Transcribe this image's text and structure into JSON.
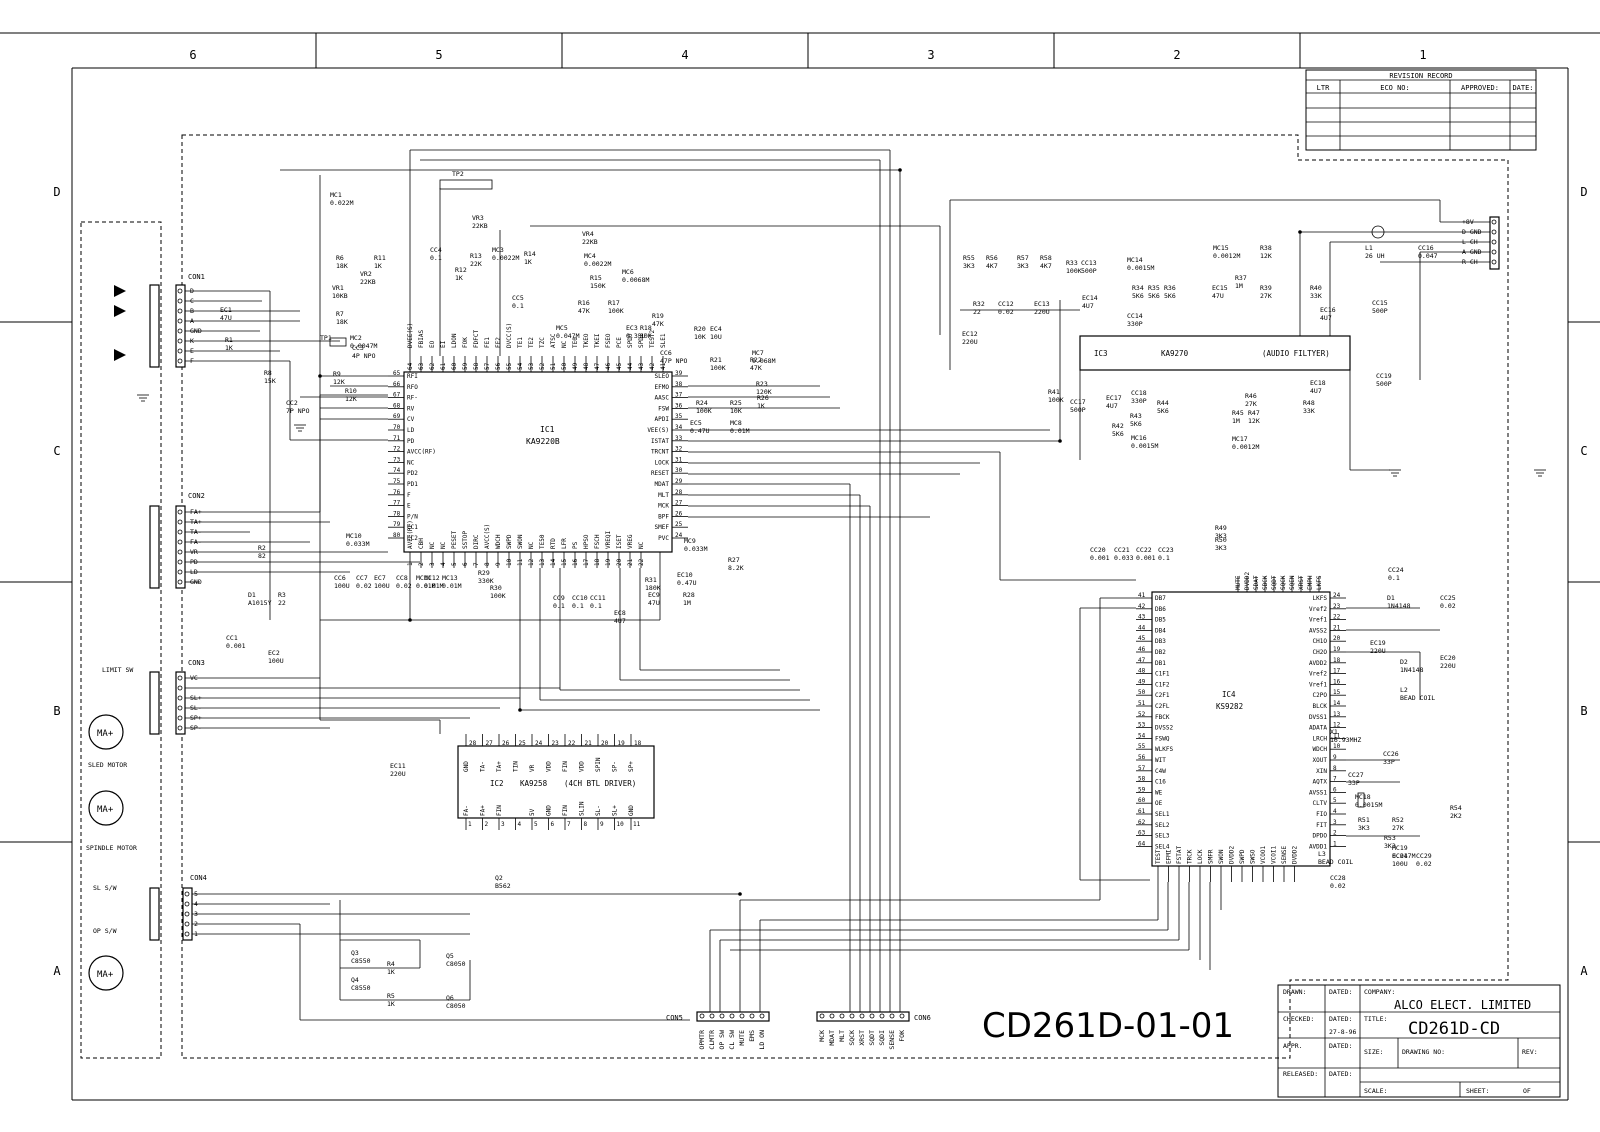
{
  "border": {
    "columns": [
      "6",
      "5",
      "4",
      "3",
      "2",
      "1"
    ],
    "rows": [
      "D",
      "C",
      "B",
      "A"
    ]
  },
  "revision": {
    "title": "REVISION RECORD",
    "headers": [
      "LTR",
      "ECO NO:",
      "APPROVED:",
      "DATE:"
    ]
  },
  "titleblock": {
    "drawn": "DRAWN:",
    "dated": "DATED:",
    "company_label": "COMPANY:",
    "company": "ALCO ELECT. LIMITED",
    "checked": "CHECKED:",
    "date_value": "27-8-96",
    "title_label": "TITLE:",
    "title": "CD261D-CD",
    "appr": "APPR.",
    "size": "SIZE:",
    "drawing_no": "DRAWING NO:",
    "rev": "REV:",
    "released": "RELEASED:",
    "scale": "SCALE:",
    "sheet": "SHEET:",
    "of": "OF"
  },
  "drawing_number": "CD261D-01-01",
  "ics": {
    "ic1": {
      "ref": "IC1",
      "part": "KA9220B",
      "left_pins": [
        [
          "65",
          "RFI"
        ],
        [
          "66",
          "RFO"
        ],
        [
          "67",
          "RF-"
        ],
        [
          "68",
          "RV"
        ],
        [
          "69",
          "CV"
        ],
        [
          "70",
          "LD"
        ],
        [
          "71",
          "PD"
        ],
        [
          "72",
          "AVCC(RF)"
        ],
        [
          "73",
          "NC"
        ],
        [
          "74",
          "PD2"
        ],
        [
          "75",
          "PD1"
        ],
        [
          "76",
          "F"
        ],
        [
          "77",
          "E"
        ],
        [
          "78",
          "P/N"
        ],
        [
          "79",
          "CC1"
        ],
        [
          "80",
          "CC2"
        ]
      ],
      "right_pins": [
        [
          "39",
          "SLEO"
        ],
        [
          "38",
          "EFMO"
        ],
        [
          "37",
          "AASC"
        ],
        [
          "36",
          "FSW"
        ],
        [
          "35",
          "APDI"
        ],
        [
          "34",
          "VEE(S)"
        ],
        [
          "33",
          "ISTAT"
        ],
        [
          "32",
          "TRCNT"
        ],
        [
          "31",
          "LOCK"
        ],
        [
          "30",
          "RESET"
        ],
        [
          "29",
          "MDAT"
        ],
        [
          "28",
          "MLT"
        ],
        [
          "27",
          "MCK"
        ],
        [
          "26",
          "BPF"
        ],
        [
          "25",
          "SMEF"
        ],
        [
          "24",
          "PVC"
        ]
      ],
      "top_pins": [
        [
          "64",
          "DVEE(S)"
        ],
        [
          "63",
          "FBIAS"
        ],
        [
          "62",
          "EO"
        ],
        [
          "61",
          "EI"
        ],
        [
          "60",
          "LDON"
        ],
        [
          "59",
          "FOK"
        ],
        [
          "58",
          "FDFCT"
        ],
        [
          "57",
          "FE1"
        ],
        [
          "56",
          "FE2"
        ],
        [
          "55",
          "DVCC(S)"
        ],
        [
          "54",
          "TE1"
        ],
        [
          "53",
          "TE2"
        ],
        [
          "52",
          "TZC"
        ],
        [
          "51",
          "ATSC"
        ],
        [
          "50",
          "NC"
        ],
        [
          "49",
          "TE0"
        ],
        [
          "48",
          "TKEO"
        ],
        [
          "47",
          "TKEI"
        ],
        [
          "46",
          "FSEO"
        ],
        [
          "45",
          "PCE"
        ],
        [
          "44",
          "SPDO"
        ],
        [
          "43",
          "SPDI"
        ],
        [
          "42",
          "TEST2"
        ],
        [
          "41",
          "SLE1"
        ]
      ],
      "bottom_pins": [
        [
          "1",
          "AVEE(RF)"
        ],
        [
          "2",
          "CBH"
        ],
        [
          "3",
          "NC"
        ],
        [
          "4",
          "NC"
        ],
        [
          "5",
          "PESET"
        ],
        [
          "6",
          "SSTOP"
        ],
        [
          "7",
          "DIRC"
        ],
        [
          "8",
          "AVCC(S)"
        ],
        [
          "9",
          "WDCH"
        ],
        [
          "10",
          "SWPD"
        ],
        [
          "11",
          "SWON"
        ],
        [
          "12",
          "NC"
        ],
        [
          "13",
          "TE50"
        ],
        [
          "14",
          "RTD"
        ],
        [
          "15",
          "LFR"
        ],
        [
          "16",
          "PS"
        ],
        [
          "17",
          "HPSO"
        ],
        [
          "18",
          "FSCH"
        ],
        [
          "19",
          "VREQI"
        ],
        [
          "20",
          "ISET"
        ],
        [
          "21",
          "VREG"
        ],
        [
          "22",
          "NC"
        ]
      ]
    },
    "ic2": {
      "ref": "IC2",
      "part": "KA9258",
      "desc": "(4CH BTL DRIVER)",
      "top_pins": [
        [
          "28",
          "GND"
        ],
        [
          "27",
          "TA-"
        ],
        [
          "26",
          "TA+"
        ],
        [
          "25",
          "TIN"
        ],
        [
          "24",
          "VR"
        ],
        [
          "23",
          "VDD"
        ],
        [
          "22",
          "FIN"
        ],
        [
          "21",
          "VDD"
        ],
        [
          "20",
          "SPIN"
        ],
        [
          "19",
          "SP-"
        ],
        [
          "18",
          "SP+"
        ]
      ],
      "bottom_pins": [
        [
          "1",
          "FA-"
        ],
        [
          "2",
          "FA+"
        ],
        [
          "3",
          "FIN"
        ],
        [
          "4",
          ""
        ],
        [
          "5",
          "5V"
        ],
        [
          "6",
          "GND"
        ],
        [
          "7",
          "FIN"
        ],
        [
          "8",
          "SLIN"
        ],
        [
          "9",
          "SL-"
        ],
        [
          "10",
          "SL+"
        ],
        [
          "11",
          "GND"
        ]
      ]
    },
    "ic3": {
      "ref": "IC3",
      "part": "KA9270",
      "desc": "(AUDIO FILTYER)"
    },
    "ic4": {
      "ref": "IC4",
      "part": "KS9282",
      "left_pins": [
        [
          "41",
          "DB7"
        ],
        [
          "42",
          "DB6"
        ],
        [
          "43",
          "DB5"
        ],
        [
          "44",
          "DB4"
        ],
        [
          "45",
          "DB3"
        ],
        [
          "46",
          "DB2"
        ],
        [
          "47",
          "DB1"
        ],
        [
          "48",
          "C1F1"
        ],
        [
          "49",
          "C1F2"
        ],
        [
          "50",
          "C2F1"
        ],
        [
          "51",
          "C2FL"
        ],
        [
          "52",
          "FBCK"
        ],
        [
          "53",
          "DVSS2"
        ],
        [
          "54",
          "FSWQ"
        ],
        [
          "55",
          "WLKFS"
        ],
        [
          "56",
          "WIT"
        ],
        [
          "57",
          "C4W"
        ],
        [
          "58",
          "C16"
        ],
        [
          "59",
          "WE"
        ],
        [
          "60",
          "OE"
        ],
        [
          "61",
          "SEL1"
        ],
        [
          "62",
          "SEL2"
        ],
        [
          "63",
          "SEL3"
        ],
        [
          "64",
          "SEL4"
        ]
      ],
      "right_pins": [
        [
          "24",
          "LKFS"
        ],
        [
          "23",
          "Vref2"
        ],
        [
          "22",
          "Vref1"
        ],
        [
          "21",
          "AVSS2"
        ],
        [
          "20",
          "CH1O"
        ],
        [
          "19",
          "CH2O"
        ],
        [
          "18",
          "AVDD2"
        ],
        [
          "17",
          "Vref2"
        ],
        [
          "16",
          "Vref1"
        ],
        [
          "15",
          "C2PO"
        ],
        [
          "14",
          "BLCK"
        ],
        [
          "13",
          "DVSS1"
        ],
        [
          "12",
          "ADATA"
        ],
        [
          "11",
          "LRCH"
        ],
        [
          "10",
          "WDCH"
        ],
        [
          "9",
          "XOUT"
        ],
        [
          "8",
          "XIN"
        ],
        [
          "7",
          "AQTX"
        ],
        [
          "6",
          "AVSS1"
        ],
        [
          "5",
          "CLTV"
        ],
        [
          "4",
          "FIO"
        ],
        [
          "3",
          "FIT"
        ],
        [
          "2",
          "DPDO"
        ],
        [
          "1",
          "AVDD1"
        ]
      ]
    }
  },
  "connectors": {
    "con1": {
      "ref": "CON1",
      "pins": [
        "D",
        "C",
        "B",
        "A",
        "GND",
        "K",
        "E",
        "F"
      ]
    },
    "con2": {
      "ref": "CON2",
      "pins": [
        "FA+",
        "TA+",
        "TA-",
        "FA-",
        "VR",
        "PD",
        "LD",
        "GND"
      ]
    },
    "con3": {
      "ref": "CON3",
      "pins": [
        "VC",
        "",
        "SL+",
        "SL-",
        "SP+",
        "SP-"
      ]
    },
    "con4": {
      "ref": "CON4",
      "pins": [
        "5",
        "4",
        "3",
        "2",
        "1"
      ]
    },
    "con5": {
      "ref": "CON5",
      "pins": [
        "OPMTR",
        "CLMTR",
        "OP SW",
        "CL SW",
        "MUTE",
        "EMS",
        "LD ON"
      ]
    },
    "con6": {
      "ref": "CON6",
      "pins": [
        "MCK",
        "MDAT",
        "MLT",
        "SQCK",
        "XRST",
        "SQDT",
        "SQDI",
        "SENSE",
        "FOK"
      ]
    },
    "power": {
      "pins": [
        "+8V",
        "D GND",
        "L CH",
        "A GND",
        "R CH"
      ]
    }
  },
  "motors": [
    {
      "label": "SLED MOTOR",
      "switch": "LIMIT SW"
    },
    {
      "label": "SPINDLE MOTOR"
    },
    {
      "label": "",
      "switches": [
        "SL S/W",
        "OP S/W"
      ]
    }
  ],
  "components": [
    "MC1 0.022M",
    "R6 18K",
    "R7 18K",
    "R11 1K",
    "VR1 10KB",
    "VR2 22KB",
    "EC1 47U",
    "R1 1K",
    "TP1",
    "MC2 0.0047M",
    "R9 12K",
    "CC3 4P NPO",
    "R10 12K",
    "R8 15K",
    "CC2 7P NPO",
    "R2 82",
    "D1 A1015Y",
    "R3 22",
    "CC1 0.001",
    "EC2 100U",
    "TP2",
    "VR3 22KB",
    "CC4 0.1",
    "R12 1K",
    "R13 22K",
    "MC3 0.0022M",
    "R14 1K",
    "VR4 22KB",
    "MC4 0.0022M",
    "R15 150K",
    "MC6 0.0068M",
    "CC5 0.1",
    "MC5 0.047M",
    "R16 47K",
    "R17 100K",
    "EC3 0.33U",
    "R18 10K",
    "R19 47K",
    "R20 10K",
    "EC4 10U",
    "R21 100K",
    "R22 47K",
    "MC7 0.068M",
    "CC6 47P NPO",
    "R24 100K",
    "R25 10K",
    "R26 1K",
    "R23 120K",
    "EC5 0.47U",
    "MC8 0.01M",
    "MC9 0.033M",
    "R27 8.2K",
    "EC10 0.47U",
    "R28 1M",
    "R31 180K",
    "EC9 47U",
    "EC8 4U7",
    "CC9 0.1",
    "CC10 0.1",
    "CC11 0.1",
    "MC10 0.033M",
    "CC6 100U",
    "CC7 0.02",
    "EC7 100U",
    "CC8 0.02",
    "MC11 0.01M",
    "MC12 0.01M",
    "MC13 0.01M",
    "R29 330K",
    "R30 100K",
    "EC11 220U",
    "Q2 B562",
    "Q3 C8550",
    "R4 1K",
    "Q4 C8550",
    "R5 1K",
    "Q5 C8050",
    "Q6 C8050",
    "R55 3K3",
    "R56 4K7",
    "R57 3K3",
    "R58 4K7",
    "R33 100K",
    "CC13 500P",
    "MC14 0.0015M",
    "R34 5K6",
    "R35 5K6",
    "R36 5K6",
    "MC15 0.0012M",
    "R38 12K",
    "R37 1M",
    "R39 27K",
    "R40 33K",
    "EC15 47U",
    "EC16 4U7",
    "CC15 500P",
    "L1 26 UH",
    "CC16 0.047",
    "R32 22",
    "CC12 0.02",
    "EC13 220U",
    "EC12 220U",
    "EC14 4U7",
    "CC14 330P",
    "R41 100K",
    "CC17 500P",
    "EC17 4U7",
    "CC18 330P",
    "R43 5K6",
    "R42 5K6",
    "MC16 0.0015M",
    "R44 5K6",
    "R46 27K",
    "R45 1M",
    "R47 12K",
    "MC17 0.0012M",
    "R48 33K",
    "EC18 4U7",
    "CC19 500P",
    "R49 3K3",
    "R50 3K3",
    "CC20 0.001",
    "CC21 0.033",
    "CC22 0.001",
    "CC23 0.1",
    "CC24 0.1",
    "D1 1N4148",
    "CC25 0.02",
    "EC19 220U",
    "D2 1N4148",
    "EC20 220U",
    "L2 BEAD COIL",
    "X1 16.93MHZ",
    "CC26 33P",
    "CC27 33P",
    "MC18 0.0015M",
    "R51 3K3",
    "R52 27K",
    "R53 3K3",
    "MC19 0.047M",
    "R54 2K2",
    "L3 BEAD COIL",
    "EC21 100U",
    "CC29 0.02",
    "CC28 0.02"
  ],
  "ic4_bottom_pins": [
    "TEST",
    "EFMI",
    "FSTAT",
    "TRCK",
    "LOCK",
    "SMFR",
    "SWON",
    "DVDD2",
    "SWPD",
    "SWSO",
    "VCOO1",
    "VCOI1",
    "SENSE",
    "DVDD2"
  ],
  "ic4_top_pins": [
    "MUTE",
    "DVDD2",
    "SDAT",
    "SBCK",
    "SQDT",
    "SQCK",
    "SQEN",
    "XRST",
    "EMPH",
    "LKFS"
  ]
}
